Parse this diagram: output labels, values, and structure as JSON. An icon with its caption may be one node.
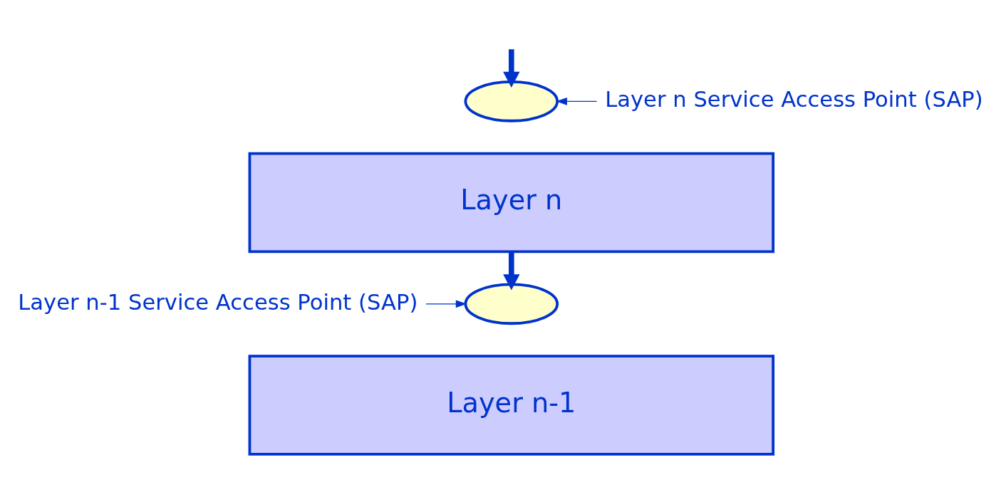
{
  "diagram": {
    "nodes": [
      {
        "text": [
          "Layer n"
        ]
      },
      {
        "text": [],
        "shape": "ellipse"
      },
      {
        "text": [
          "Layer n Service Access Point (SAP)"
        ]
      },
      {
        "text": [
          "Layer n-1"
        ]
      },
      {
        "text": [],
        "shape": "ellipse"
      },
      {
        "text": [
          "Layer n-1 Service Access Point (SAP)"
        ]
      }
    ],
    "edges": [
      {
        "from": null,
        "to": 1,
        "arrow": "to",
        "style": "thick"
      },
      {
        "from": 0,
        "to": 4,
        "arrow": "to",
        "style": "thick"
      },
      {
        "from": 2,
        "to": 1,
        "arrow": "to"
      },
      {
        "from": 5,
        "to": 4,
        "arrow": "to"
      }
    ]
  }
}
